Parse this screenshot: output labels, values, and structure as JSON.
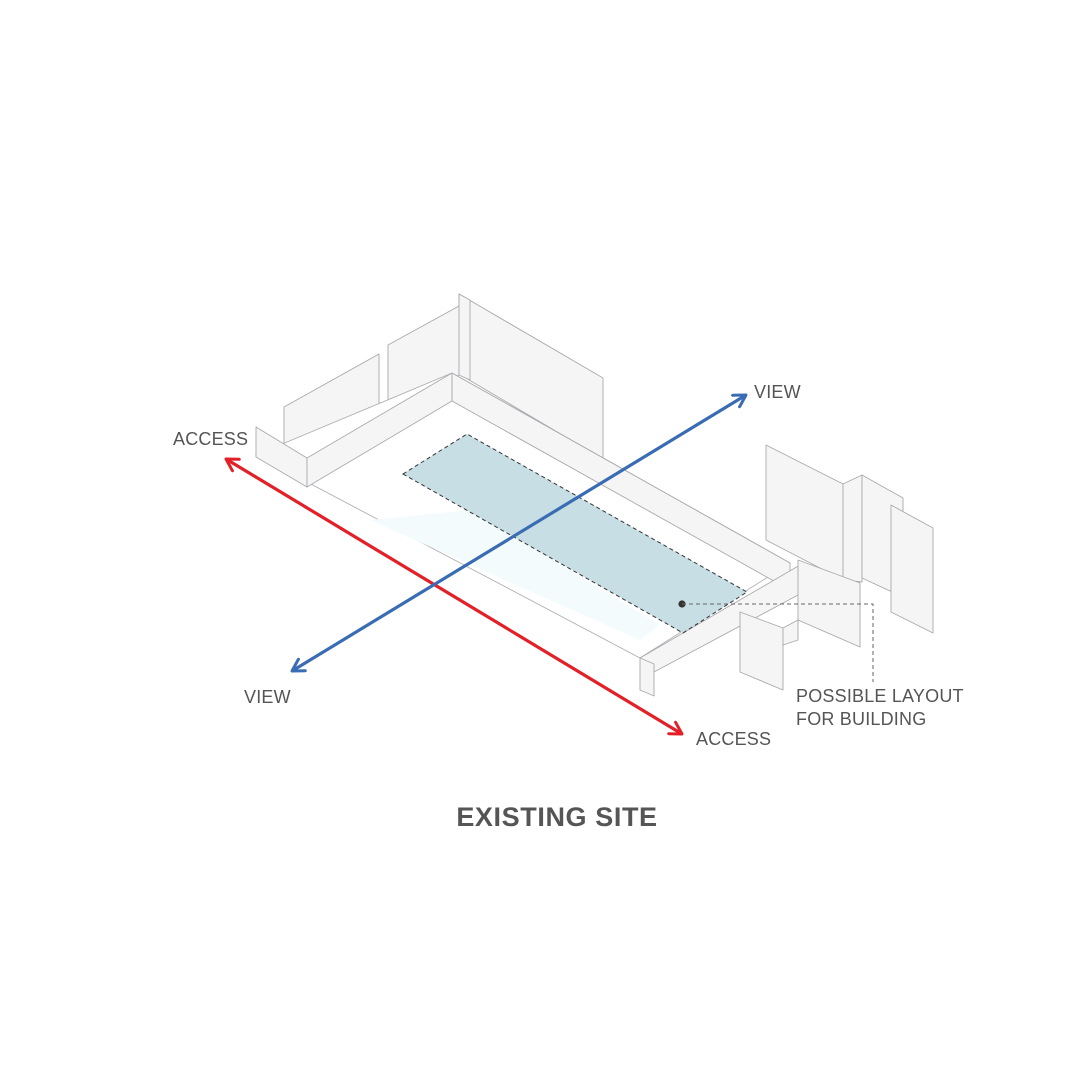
{
  "title": "EXISTING SITE",
  "labels": {
    "access_top": "ACCESS",
    "access_bottom": "ACCESS",
    "view_top": "VIEW",
    "view_bottom": "VIEW",
    "layout_line1": "POSSIBLE LAYOUT",
    "layout_line2": "FOR BUILDING"
  },
  "colors": {
    "access_arrow": "#e32027",
    "view_arrow": "#3a6cb4",
    "building_layout_fill": "#c7dfe4"
  }
}
